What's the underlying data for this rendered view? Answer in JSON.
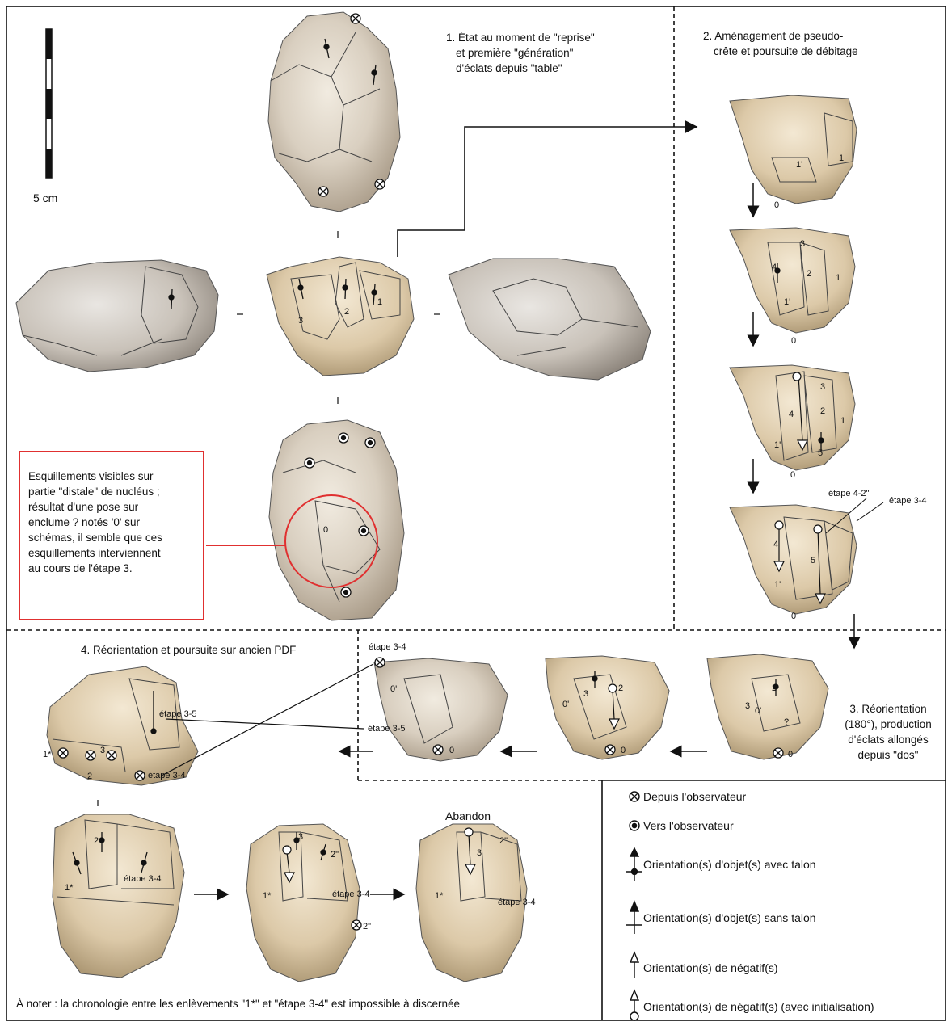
{
  "scale": {
    "label": "5 cm"
  },
  "steps": {
    "step1": [
      "1. État au moment de \"reprise\"",
      "et première \"génération\"",
      "d'éclats depuis \"table\""
    ],
    "step2": [
      "2. Aménagement de pseudo-",
      "crête et poursuite de débitage"
    ],
    "step3": [
      "3. Réorientation",
      "(180°), production",
      "d'éclats allongés",
      "depuis \"dos\""
    ],
    "step4": "4. Réorientation et poursuite sur ancien PDF"
  },
  "note_box": {
    "lines": [
      "Esquillements visibles sur",
      "partie \"distale\" de nucléus ;",
      "résultat d'une pose sur",
      "enclume ? notés '0' sur",
      "schémas, il semble que ces",
      "esquillements interviennent",
      "au cours de l'étape 3."
    ],
    "color": "#e03030"
  },
  "abandon": "Abandon",
  "footnote": "À noter : la chronologie entre les enlèvements \"1*\" et \"étape 3-4\" est impossible à discernée",
  "labels": {
    "one": "1",
    "two": "2",
    "three": "3",
    "four": "4",
    "five": "5",
    "zero": "0",
    "one_prime": "1'",
    "one_star": "1*",
    "two_dprime": "2\"",
    "zero_prime": "0'",
    "question": "?",
    "etape_3_4": "étape 3-4",
    "etape_3_5": "étape 3-5",
    "etape_4_2": "étape 4-2\""
  },
  "legend": {
    "items": [
      {
        "icon": "circle-cross-icon",
        "label": "Depuis l'observateur"
      },
      {
        "icon": "circle-dot-icon",
        "label": "Vers l'observateur"
      },
      {
        "icon": "arrow-with-butt-icon",
        "label": "Orientation(s) d'objet(s) avec talon"
      },
      {
        "icon": "arrow-without-butt-icon",
        "label": "Orientation(s) d'objet(s) sans talon"
      },
      {
        "icon": "hollow-arrow-icon",
        "label": "Orientation(s) de négatif(s)"
      },
      {
        "icon": "hollow-arrow-circle-icon",
        "label": "Orientation(s) de négatif(s) (avec initialisation)"
      }
    ]
  }
}
